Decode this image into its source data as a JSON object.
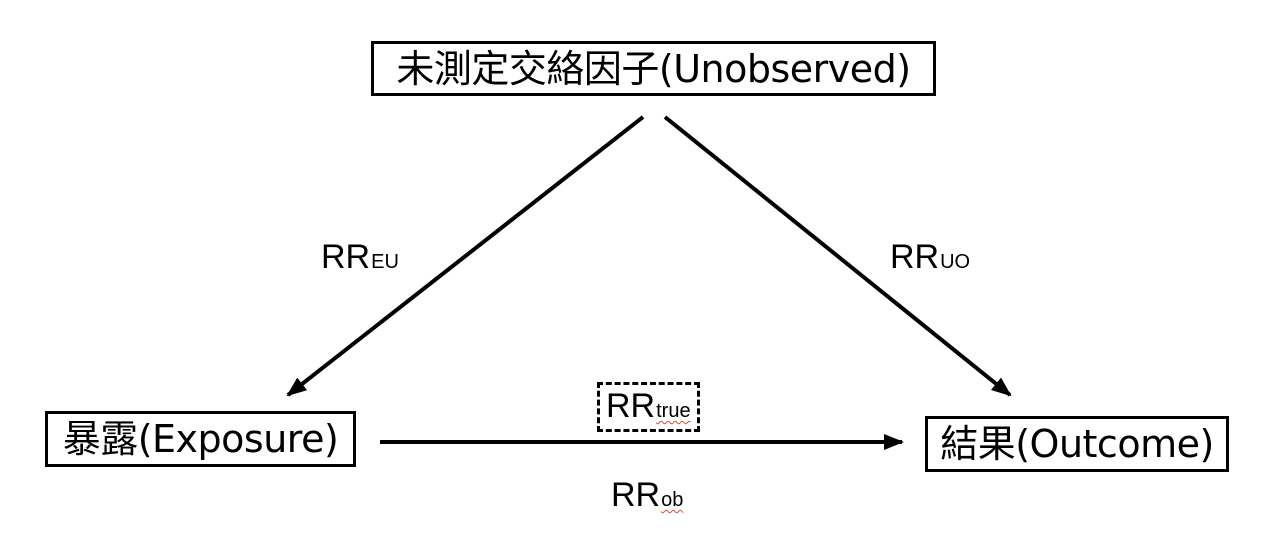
{
  "nodes": {
    "unobserved": "未測定交絡因子(Unobserved)",
    "exposure": "暴露(Exposure)",
    "outcome": "結果(Outcome)"
  },
  "edges": {
    "rr_eu": {
      "main": "RR",
      "sub": "EU"
    },
    "rr_uo": {
      "main": "RR",
      "sub": "UO"
    },
    "rr_true": {
      "main": "RR",
      "sub": "true"
    },
    "rr_ob": {
      "main": "RR",
      "sub": "ob"
    }
  },
  "colors": {
    "line": "#000000",
    "background": "#ffffff",
    "spellcheck_underline": "#d94a3a"
  }
}
